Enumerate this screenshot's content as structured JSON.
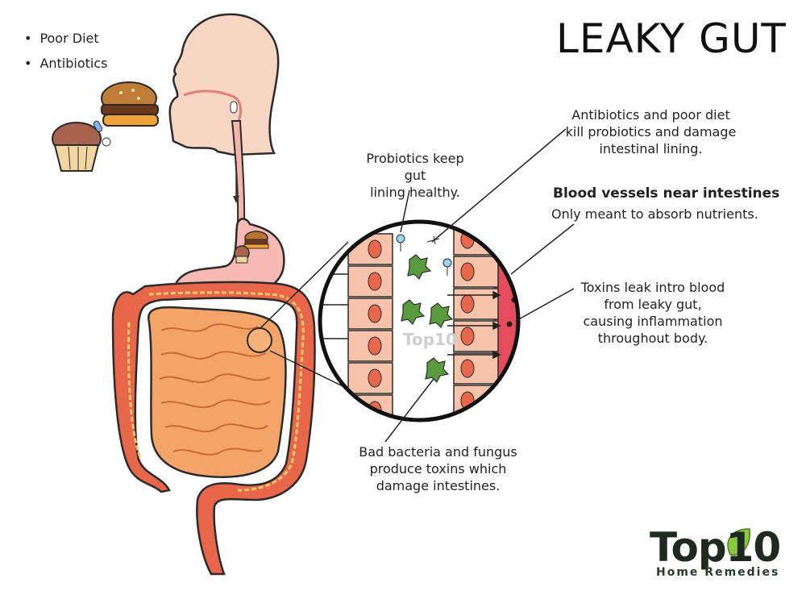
{
  "title": "LEAKY GUT",
  "causes": [
    "Poor Diet",
    "Antibiotics"
  ],
  "labels": {
    "probiotics": [
      "Probiotics keep gut",
      "lining healthy."
    ],
    "antibiotics_effect": [
      "Antibiotics and poor diet",
      "kill probiotics and damage",
      "intestinal lining."
    ],
    "blood_vessels_title": "Blood vessels near intestines",
    "blood_vessels_desc": "Only meant to absorb nutrients.",
    "toxins": [
      "Toxins leak intro blood",
      "from leaky gut,",
      "causing inflammation",
      "throughout body."
    ],
    "bad_bacteria": [
      "Bad bacteria and fungus",
      "produce toxins which",
      "damage intestines."
    ]
  },
  "logo": {
    "main": "Top10",
    "sub": "Home Remedies"
  },
  "colors": {
    "skin": "#f7d6c4",
    "colon": "#e8674a",
    "small_intestine": "#f4a469",
    "cell": "#f6c3aa",
    "nucleus": "#e8674a",
    "blood": "#e64d5c",
    "logo_green": "#8dc63f"
  }
}
